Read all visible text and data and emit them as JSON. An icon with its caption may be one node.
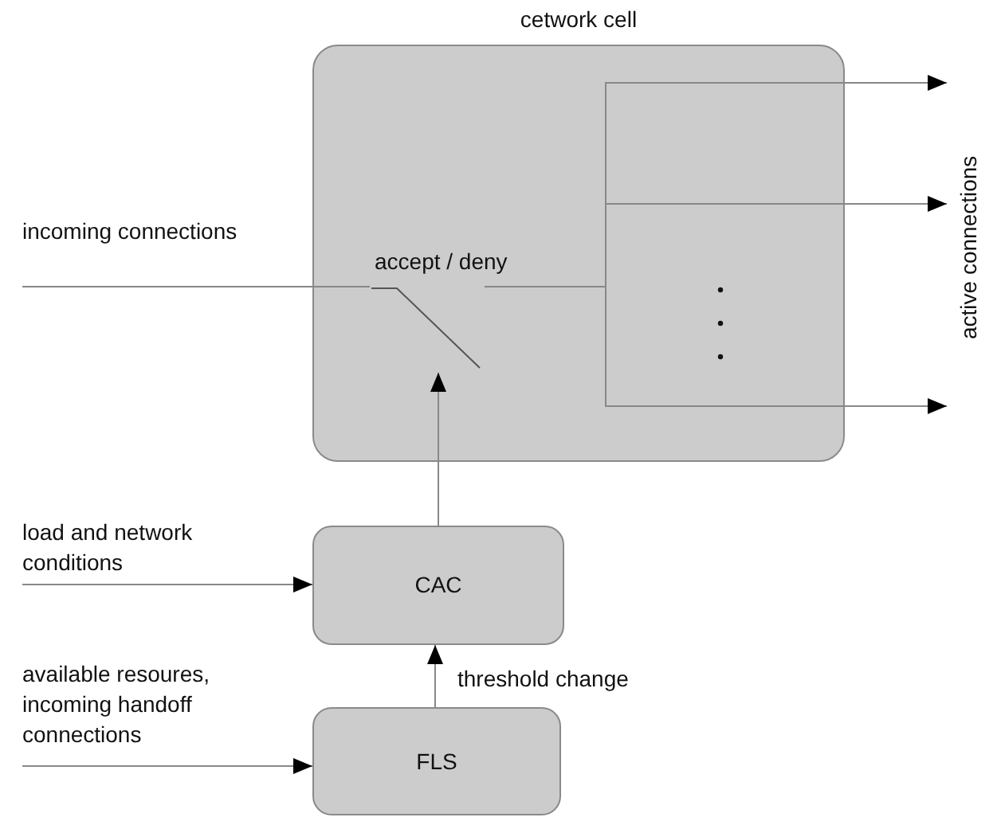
{
  "diagram": {
    "nodes": [
      {
        "text": [
          "cetwork cell"
        ]
      },
      {
        "text": [
          "incoming connections"
        ]
      },
      {
        "text": [
          "accept / deny"
        ],
        "in": 0
      },
      {
        "text": [
          "active connections"
        ]
      },
      {
        "text": [
          "load and network conditions"
        ]
      },
      {
        "text": [
          "CAC"
        ]
      },
      {
        "text": [
          "available resoures, incoming handoff connections"
        ]
      },
      {
        "text": [
          "FLS"
        ]
      }
    ],
    "edges": [
      {
        "from": 1,
        "to": 2,
        "arrow": "none"
      },
      {
        "from": 2,
        "to": 3,
        "arrow": "to"
      },
      {
        "from": 2,
        "to": 3,
        "arrow": "to"
      },
      {
        "from": 2,
        "to": 3,
        "arrow": "to"
      },
      {
        "from": 5,
        "to": 2,
        "arrow": "to"
      },
      {
        "from": 4,
        "to": 5,
        "arrow": "to"
      },
      {
        "from": 6,
        "to": 7,
        "arrow": "to"
      },
      {
        "from": 7,
        "to": 5,
        "arrow": "to",
        "label": "threshold change"
      }
    ]
  }
}
